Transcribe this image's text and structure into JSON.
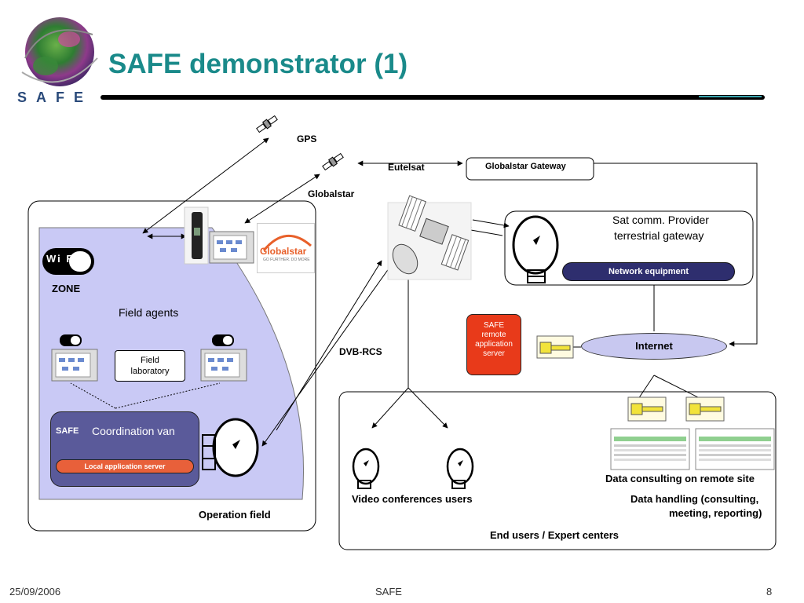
{
  "slide": {
    "title": "SAFE demonstrator (1)",
    "logo_text": "SAFE"
  },
  "diagram": {
    "gps": "GPS",
    "eutelsat": "Eutelsat",
    "globalstar_gateway": "Globalstar Gateway",
    "globalstar": "Globalstar",
    "sat_provider_line1": "Sat comm. Provider",
    "sat_provider_line2": "terrestrial gateway",
    "network_equipment": "Network equipment",
    "wifi_zone": "ZONE",
    "wifi_badge": "Wi Fi",
    "field_agents": "Field agents",
    "field_lab_line1": "Field",
    "field_lab_line2": "laboratory",
    "dvb_rcs": "DVB-RCS",
    "safe_remote_line1": "SAFE",
    "safe_remote_line2": "remote",
    "safe_remote_line3": "application",
    "safe_remote_line4": "server",
    "internet": "Internet",
    "van_safe": "SAFE",
    "van_title": "Coordination van",
    "local_app_server": "Local application server",
    "operation_field": "Operation field",
    "video_conf_users": "Video conferences users",
    "data_consulting": "Data consulting on remote site",
    "data_handling_line1": "Data handling (consulting,",
    "data_handling_line2": "meeting, reporting)",
    "end_users": "End users / Expert centers",
    "globalstar_logo": "Globalstar",
    "globalstar_tagline": "GO FURTHER. DO MORE"
  },
  "footer": {
    "date": "25/09/2006",
    "center": "SAFE",
    "page": "8"
  },
  "colors": {
    "title": "#1a8a8a",
    "wifi_zone_fill": "#c9c9f5",
    "van_fill": "#5a5a9a",
    "local_server": "#e8603a",
    "network_equipment": "#2e2e6e",
    "safe_remote": "#e83a1a",
    "internet_fill": "#c8c8f0",
    "key": "#f2e33a"
  }
}
